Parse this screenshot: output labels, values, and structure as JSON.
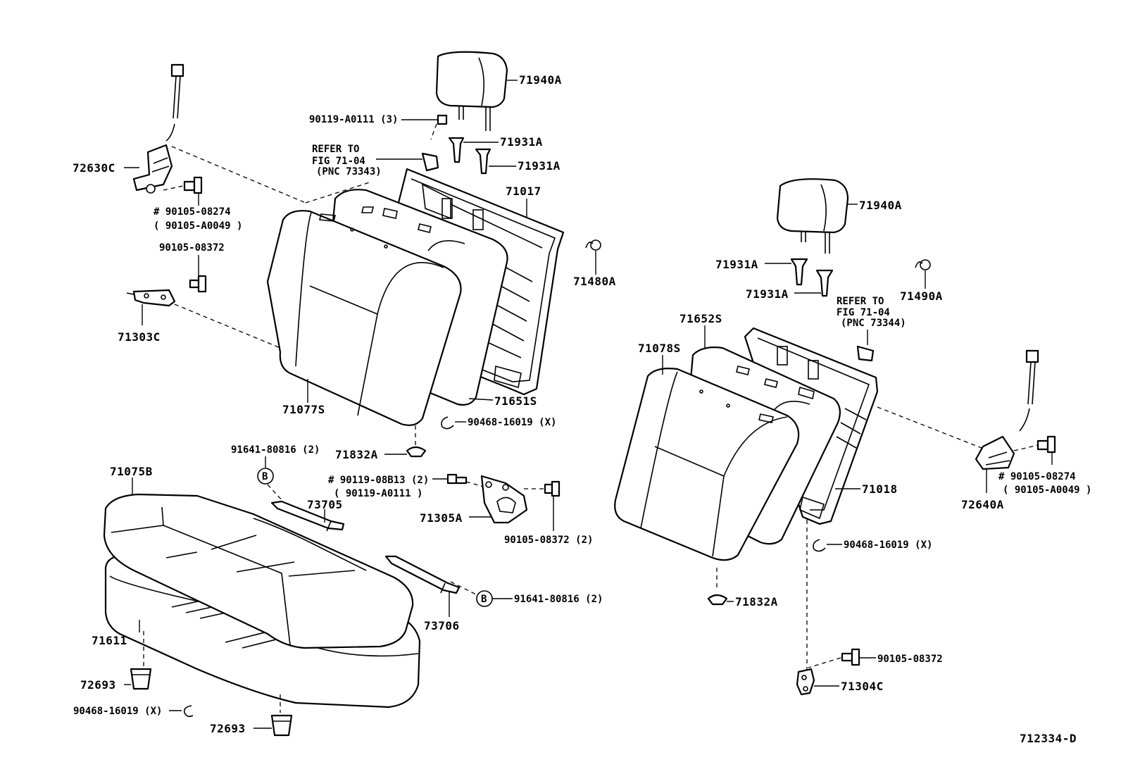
{
  "labels": {
    "headrest_left": "71940A",
    "headrest_right": "71940A",
    "screw_top": "90119-A0111 (3)",
    "support_l1": "71931A",
    "support_l2": "71931A",
    "support_r1": "71931A",
    "support_r2": "71931A",
    "refer_l": [
      "REFER TO",
      "FIG 71-04",
      "(PNC 73343)"
    ],
    "refer_r": [
      "REFER TO",
      "FIG 71-04",
      "(PNC 73344)"
    ],
    "frame_left": "71017",
    "frame_right": "71018",
    "clip_left": "71480A",
    "clip_right": "71490A",
    "lock_left": "72630C",
    "lock_right": "72640A",
    "bolt_lock_l": [
      "# 90105-08274",
      "( 90105-A0049 )"
    ],
    "bolt_lock_r": [
      "# 90105-08274",
      "( 90105-A0049 )"
    ],
    "bolt_hinge_l": "90105-08372",
    "hinge_left": "71303C",
    "cover_left": "71077S",
    "pad_left": "71651S",
    "hogring_l": "90468-16019 (X)",
    "cover_right": "71078S",
    "pad_right": "71652S",
    "hogring_r": "90468-16019 (X)",
    "knob_left": "71832A",
    "knob_right": "71832A",
    "bolt_b_top": "91641-80816 (2)",
    "bolt_b_bot": "91641-80816 (2)",
    "badge": "B",
    "bolt_center": [
      "# 90119-08B13 (2)",
      "( 90119-A0111 )"
    ],
    "hinge_center": "71305A",
    "bolt_center2": "90105-08372 (2)",
    "wire_top": "73705",
    "wire_bot": "73706",
    "cushion_cover": "71075B",
    "cushion_pad": "71611",
    "hook_top": "72693",
    "hook_bot": "72693",
    "hogring_cushion": "90468-16019 (X)",
    "bolt_hinge_r": "90105-08372",
    "hinge_right": "71304C",
    "figure_id": "712334-D"
  }
}
